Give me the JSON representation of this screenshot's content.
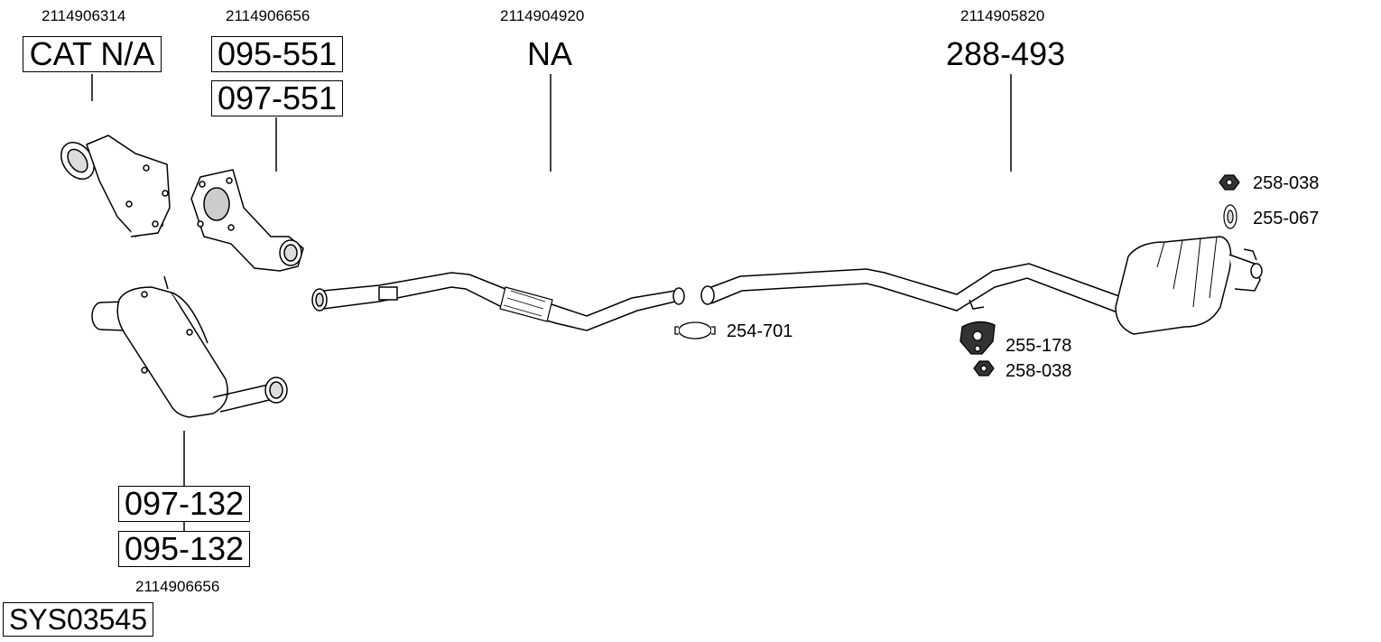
{
  "oem_numbers": {
    "cat": "2114906314",
    "front_cat": "2114906656",
    "front_pipe": "2114904920",
    "rear_muffler": "2114905820",
    "dpf": "2114906656"
  },
  "part_numbers": {
    "cat": "CAT N/A",
    "front_cat_a": "095-551",
    "front_cat_b": "097-551",
    "front_pipe": "NA",
    "rear_muffler": "288-493",
    "dpf_a": "097-132",
    "dpf_b": "095-132"
  },
  "accessories": {
    "clamp": "254-701",
    "hanger_rubber": "255-178",
    "nut_lower": "258-038",
    "nut_upper": "258-038",
    "ring_gasket": "255-067"
  },
  "system_id": "SYS03545"
}
